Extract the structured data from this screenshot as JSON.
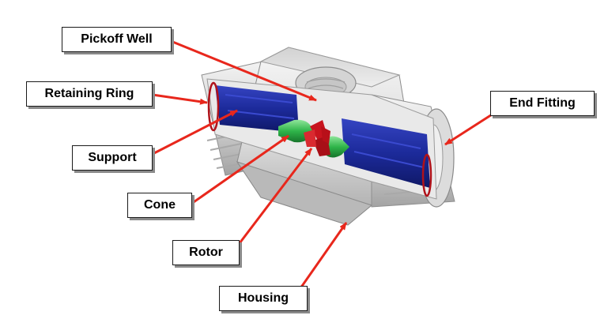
{
  "labels": {
    "pickoff_well": "Pickoff Well",
    "retaining_ring": "Retaining Ring",
    "support": "Support",
    "cone": "Cone",
    "rotor": "Rotor",
    "housing": "Housing",
    "end_fitting": "End Fitting"
  },
  "colors": {
    "arrow": "#e8271c",
    "housing_light": "#f2f2f2",
    "housing_mid": "#cfcfcf",
    "housing_dark": "#9c9c9c",
    "support_blue": "#1c2a9a",
    "cone_green": "#2fb54a",
    "rotor_red": "#c8141e",
    "ring_red": "#b0121a"
  }
}
